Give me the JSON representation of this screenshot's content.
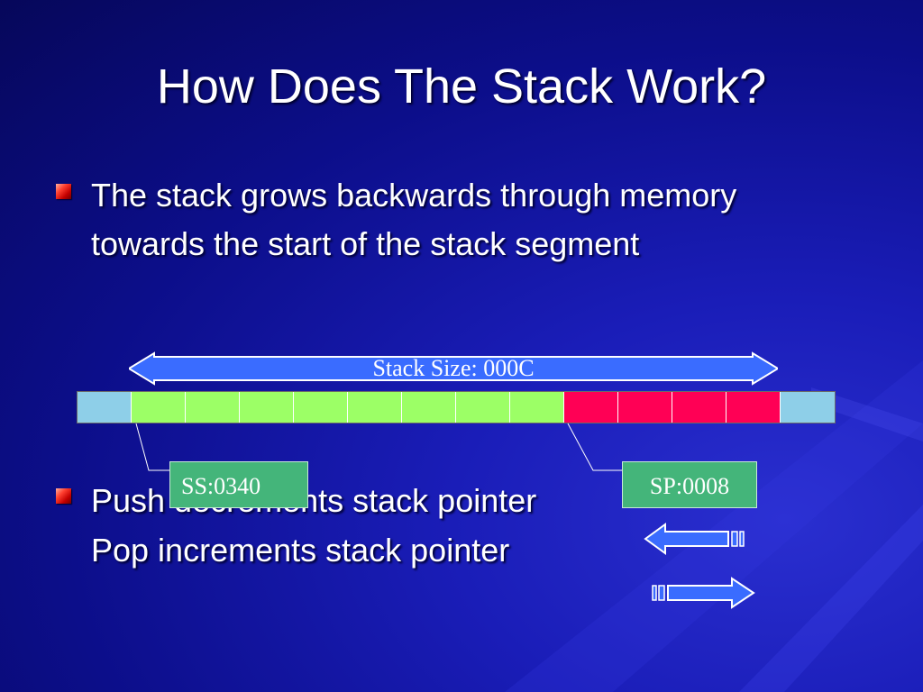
{
  "slide": {
    "title": "How Does The Stack Work?",
    "bullets": [
      {
        "text": "The stack grows backwards through memory towards the start of the stack segment"
      },
      {
        "lines": [
          "Push decrements stack pointer",
          "Pop increments stack pointer"
        ]
      }
    ]
  },
  "diagram": {
    "stack_size_label": "Stack Size: 000C",
    "segment_label": "SS:0340",
    "pointer_label": "SP:0008",
    "cells": [
      "margin",
      "free",
      "free",
      "free",
      "free",
      "free",
      "free",
      "free",
      "free",
      "used",
      "used",
      "used",
      "used",
      "margin"
    ],
    "colors": {
      "margin": "#8ecfe8",
      "free": "#9cff66",
      "used": "#ff0055",
      "arrow_fill": "#3a6cff",
      "callout_fill": "#44b57a"
    },
    "icons": {
      "push_arrow": "left-arrow-icon",
      "pop_arrow": "right-arrow-icon"
    }
  }
}
